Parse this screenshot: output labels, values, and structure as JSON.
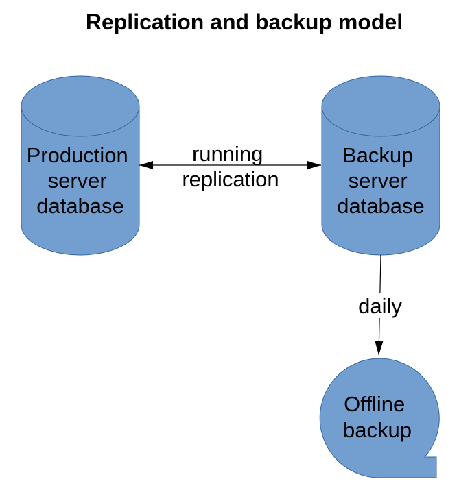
{
  "title": "Replication and backup model",
  "colors": {
    "node_fill": "#729fcf",
    "node_stroke": "#3465a4",
    "line": "#000000",
    "text": "#000000"
  },
  "nodes": {
    "production": {
      "shape": "database-cylinder",
      "lines": [
        "Production",
        "server",
        "database"
      ]
    },
    "backup": {
      "shape": "database-cylinder",
      "lines": [
        "Backup",
        "server",
        "database"
      ]
    },
    "offline": {
      "shape": "sequential-storage",
      "lines": [
        "Offline",
        "backup"
      ]
    }
  },
  "edges": {
    "replication": {
      "from": "production",
      "to": "backup",
      "direction": "both",
      "label_lines": [
        "running",
        "replication"
      ]
    },
    "daily": {
      "from": "backup",
      "to": "offline",
      "direction": "forward",
      "label_lines": [
        "daily"
      ]
    }
  }
}
